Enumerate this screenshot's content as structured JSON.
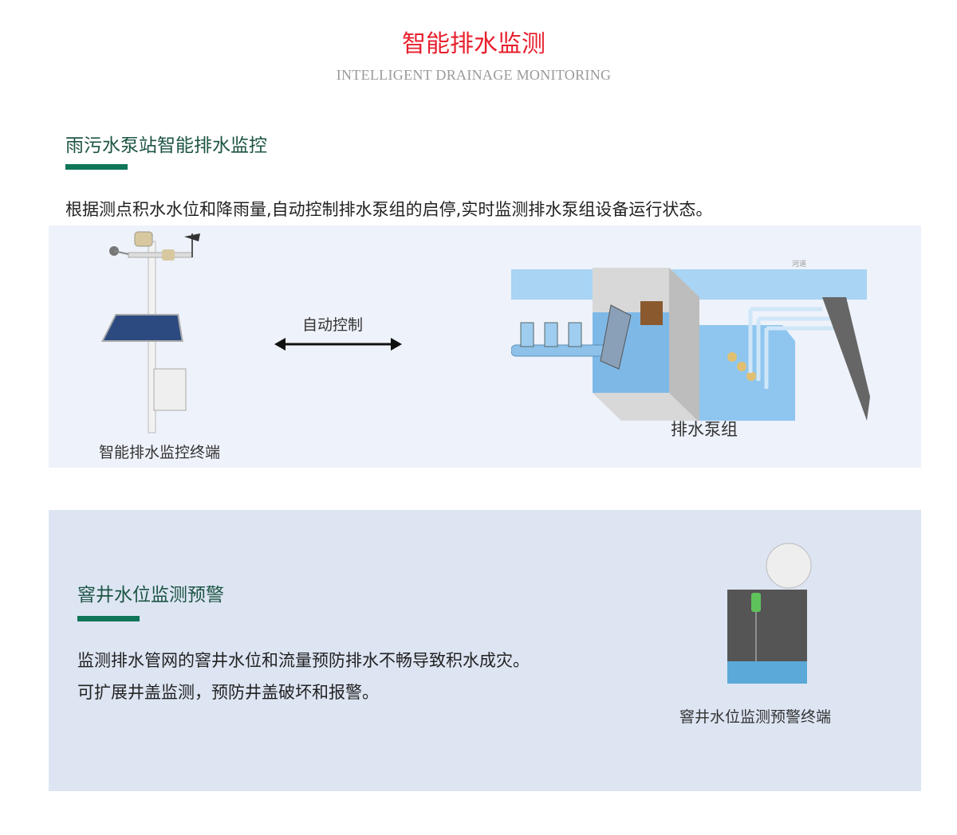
{
  "header": {
    "title": "智能排水监测",
    "subtitle": "INTELLIGENT DRAINAGE MONITORING"
  },
  "section1": {
    "heading": "雨污水泵站智能排水监控",
    "description": "根据测点积水水位和降雨量,自动控制排水泵组的启停,实时监测排水泵组设备运行状态。",
    "terminal_caption": "智能排水监控终端",
    "arrow_label": "自动控制",
    "pump_caption": "排水泵组",
    "diagram_label_river": "河道"
  },
  "section2": {
    "heading": "窨井水位监测预警",
    "description_lines": [
      "监测排水管网的窨井水位和流量预防排水不畅导致积水成灾。",
      "可扩展井盖监测，预防井盖破坏和报警。"
    ],
    "device_caption": "窨井水位监测预警终端"
  },
  "colors": {
    "title": "#e8202e",
    "accent": "#0f7659",
    "heading": "#1d5444"
  }
}
